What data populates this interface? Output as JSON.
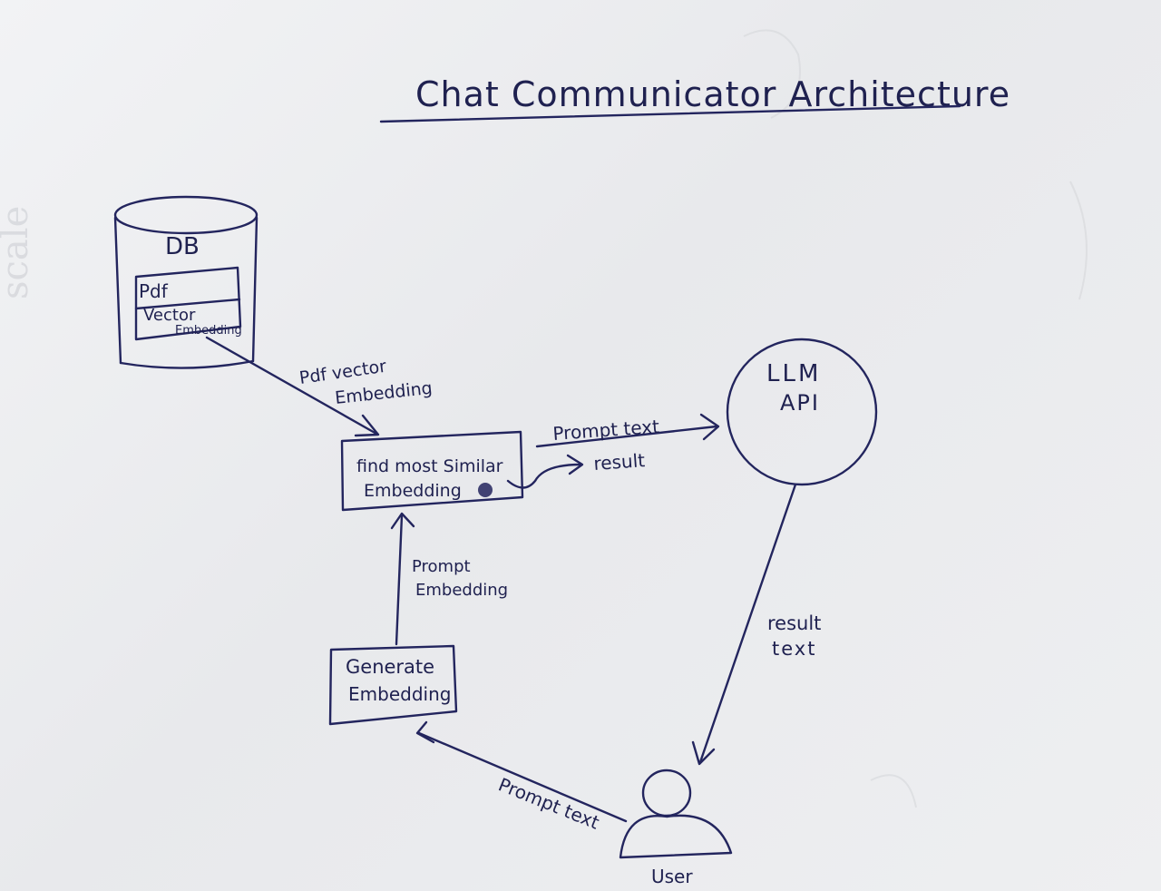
{
  "title": "Chat Communicator Architecture",
  "db": {
    "label": "DB",
    "table_row1": "Pdf",
    "table_row2_line1": "Vector",
    "table_row2_line2": "Embedding"
  },
  "edges": {
    "db_to_find_line1": "Pdf vector",
    "db_to_find_line2": "Embedding",
    "find_to_llm": "Prompt text",
    "llm_to_find": "result",
    "generate_to_find_line1": "Prompt",
    "generate_to_find_line2": "Embedding",
    "llm_to_user_line1": "result",
    "llm_to_user_line2": "text",
    "user_to_generate": "Prompt text"
  },
  "nodes": {
    "find_similar_line1": "find most Similar",
    "find_similar_line2": "Embedding",
    "llm_line1": "LLM",
    "llm_line2": "API",
    "generate_line1": "Generate",
    "generate_line2": "Embedding",
    "user": "User"
  },
  "colors": {
    "ink": "#23255e",
    "paper": "#eeeff1"
  }
}
